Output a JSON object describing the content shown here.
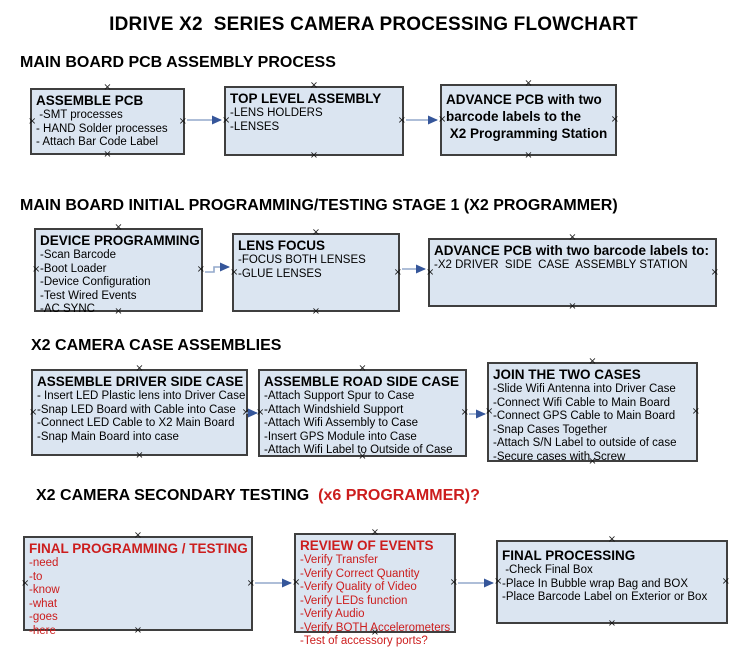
{
  "title": "IDRIVE X2  SERIES CAMERA PROCESSING FLOWCHART",
  "colors": {
    "accent_red": "#cc1d1d",
    "box_fill": "#dbe5f1",
    "box_border": "#3f3f3f",
    "arrow_line": "#93a9cb",
    "arrow_head": "#35569a"
  },
  "sections": [
    {
      "header": "MAIN BOARD PCB ASSEMBLY PROCESS",
      "boxes": [
        {
          "title": "ASSEMBLE PCB",
          "items": [
            " -SMT processes",
            "- HAND Solder processes",
            "- Attach Bar Code Label"
          ]
        },
        {
          "title": "TOP LEVEL ASSEMBLY",
          "items": [
            "-LENS HOLDERS",
            "-LENSES"
          ]
        },
        {
          "title": "ADVANCE PCB with two\nbarcode labels to the\n X2 Programming Station",
          "items": []
        }
      ]
    },
    {
      "header": "MAIN BOARD INITIAL PROGRAMMING/TESTING STAGE 1 (X2 PROGRAMMER)",
      "boxes": [
        {
          "title": "DEVICE PROGRAMMING",
          "items": [
            "-Scan Barcode",
            "-Boot Loader",
            "-Device Configuration",
            "-Test Wired Events",
            "-AC SYNC"
          ]
        },
        {
          "title": "LENS FOCUS",
          "items": [
            "-FOCUS BOTH LENSES",
            "-GLUE LENSES"
          ]
        },
        {
          "title": "ADVANCE PCB with two barcode labels to:",
          "items": [
            "-X2 DRIVER  SIDE  CASE  ASSEMBLY STATION"
          ]
        }
      ]
    },
    {
      "header": "X2 CAMERA CASE ASSEMBLIES",
      "boxes": [
        {
          "title": "ASSEMBLE DRIVER SIDE CASE",
          "items": [
            "- Insert LED Plastic lens into Driver Case",
            "-Snap LED Board with Cable into Case",
            "-Connect LED Cable to X2 Main Board",
            "-Snap Main Board into case"
          ]
        },
        {
          "title": "ASSEMBLE ROAD SIDE CASE",
          "items": [
            "-Attach Support Spur to Case",
            "-Attach Windshield Support",
            "-Attach Wifi Assembly to Case",
            "-Insert GPS Module into Case",
            "-Attach Wifi Label to Outside of Case"
          ]
        },
        {
          "title": "JOIN THE TWO CASES",
          "items": [
            "-Slide Wifi Antenna into Driver Case",
            "-Connect Wifi Cable to Main Board",
            "-Connect GPS Cable to Main Board",
            "-Snap Cases Together",
            "-Attach S/N Label to outside of case",
            "-Secure cases with Screw"
          ]
        }
      ]
    },
    {
      "header": "X2 CAMERA SECONDARY TESTING ",
      "header_red": " (x6 PROGRAMMER)?",
      "boxes": [
        {
          "title": "FINAL PROGRAMMING / TESTING",
          "items": [
            "-need",
            "-to",
            "-know",
            "-what",
            "-goes",
            "-here"
          ]
        },
        {
          "title": "REVIEW OF EVENTS",
          "items": [
            "-Verify Transfer",
            "-Verify Correct Quantity",
            "-Verify Quality of Video",
            "-Verify LEDs function",
            "-Verify Audio",
            "-Verify BOTH Accelerometers",
            "-Test of accessory ports?"
          ]
        },
        {
          "title": "FINAL PROCESSING",
          "items": [
            " -Check Final Box",
            "-Place In Bubble wrap Bag and BOX",
            "-Place Barcode Label on Exterior or Box"
          ]
        }
      ]
    }
  ],
  "icons": {
    "connection_point": "×",
    "arrow_head": "right-pointing-triangle"
  }
}
